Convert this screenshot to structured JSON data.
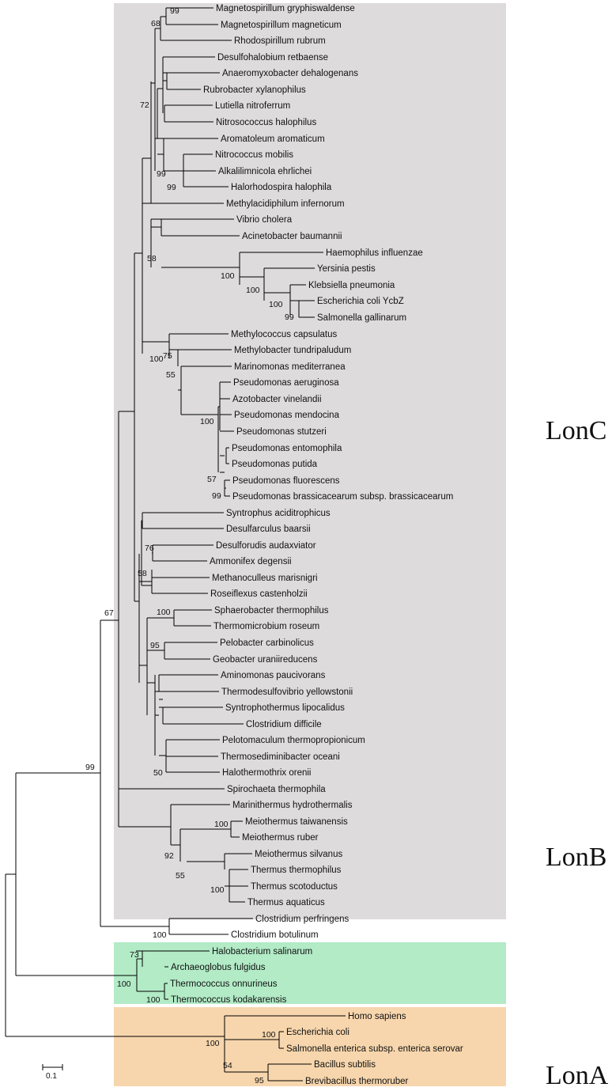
{
  "groups": {
    "lonc": {
      "label": "LonC",
      "color": "#dddbdc"
    },
    "lonb": {
      "label": "LonB",
      "color": "#b2ebc6"
    },
    "lona": {
      "label": "LonA",
      "color": "#f7d6ad"
    }
  },
  "scale_bar": {
    "label": "0.1"
  },
  "leaves": [
    "Magnetospirillum gryphiswaldense",
    "Magnetospirillum magneticum",
    "Rhodospirillum rubrum",
    "Desulfohalobium retbaense",
    "Anaeromyxobacter dehalogenans",
    "Rubrobacter xylanophilus",
    "Lutiella nitroferrum",
    "Nitrosococcus halophilus",
    "Aromatoleum aromaticum",
    "Nitrococcus mobilis",
    "Alkalilimnicola ehrlichei",
    "Halorhodospira halophila",
    "Methylacidiphilum infernorum",
    "Vibrio cholera",
    "Acinetobacter baumannii",
    "Haemophilus influenzae",
    "Yersinia pestis",
    "Klebsiella pneumonia",
    "Escherichia coli YcbZ",
    "Salmonella gallinarum",
    "Methylococcus capsulatus",
    "Methylobacter tundripaludum",
    "Marinomonas mediterranea",
    "Pseudomonas aeruginosa",
    "Azotobacter vinelandii",
    "Pseudomonas mendocina",
    "Pseudomonas stutzeri",
    "Pseudomonas entomophila",
    "Pseudomonas putida",
    "Pseudomonas fluorescens",
    "Pseudomonas brassicacearum subsp. brassicacearum",
    "Syntrophus aciditrophicus",
    "Desulfarculus baarsii",
    "Desulforudis audaxviator",
    "Ammonifex degensii",
    "Methanoculleus marisnigri",
    "Roseiflexus castenholzii",
    "Sphaerobacter thermophilus",
    "Thermomicrobium roseum",
    "Pelobacter carbinolicus",
    "Geobacter uraniireducens",
    "Aminomonas paucivorans",
    "Thermodesulfovibrio yellowstonii",
    "Syntrophothermus lipocalidus",
    "Clostridium difficile",
    "Pelotomaculum thermopropionicum",
    "Thermosediminibacter oceani",
    "Halothermothrix orenii",
    "Spirochaeta thermophila",
    "Marinithermus hydrothermalis",
    "Meiothermus taiwanensis",
    "Meiothermus ruber",
    "Meiothermus silvanus",
    "Thermus thermophilus",
    "Thermus scotoductus",
    "Thermus aquaticus",
    "Clostridium perfringens",
    "Clostridium botulinum",
    "Halobacterium salinarum",
    "Archaeoglobus fulgidus",
    "Thermococcus onnurineus",
    "Thermococcus kodakarensis",
    "Homo sapiens",
    "Escherichia coli",
    "Salmonella enterica subsp. enterica serovar",
    "Bacillus subtilis",
    "Brevibacillus thermoruber"
  ],
  "bootstrap": {
    "n_99_mag": "99",
    "n_68": "68",
    "n_72": "72",
    "n_99_alk": "99",
    "n_99_halo": "99",
    "n_58_vib": "58",
    "n_100_hae": "100",
    "n_100_yer": "100",
    "n_100_kle": "100",
    "n_99_sal": "99",
    "n_100_meth": "100",
    "n_75": "75",
    "n_55_mar": "55",
    "n_100_pse": "100",
    "n_57": "57",
    "n_99_pfl": "99",
    "n_76": "76",
    "n_58_ros": "58",
    "n_100_sph": "100",
    "n_95_pel": "95",
    "n_50": "50",
    "n_67": "67",
    "n_99_root": "99",
    "n_100_meio": "100",
    "n_92": "92",
    "n_55_th": "55",
    "n_100_thermus": "100",
    "n_100_clos": "100",
    "n_73": "73",
    "n_100_arch": "100",
    "n_100_tko": "100",
    "n_100_lona": "100",
    "n_100_eco": "100",
    "n_54": "54",
    "n_95_bac": "95"
  }
}
